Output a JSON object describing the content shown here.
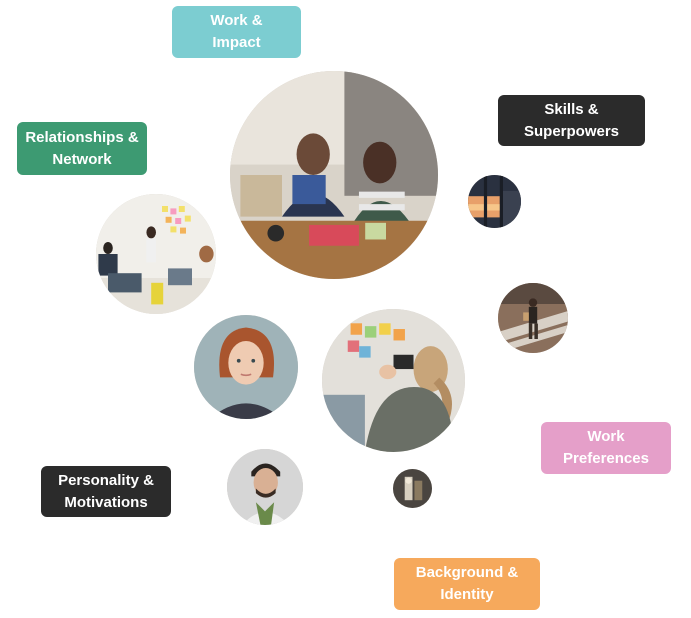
{
  "pills": {
    "work_impact": {
      "line1": "Work &",
      "line2": "Impact",
      "color": "#7ccdd1"
    },
    "relationships": {
      "line1": "Relationships &",
      "line2": "Network",
      "color": "#3d9a72"
    },
    "skills": {
      "line1": "Skills &",
      "line2": "Superpowers",
      "color": "#2b2b2b"
    },
    "personality": {
      "line1": "Personality &",
      "line2": "Motivations",
      "color": "#2b2b2b"
    },
    "work_preferences": {
      "line1": "Work",
      "line2": "Preferences",
      "color": "#e59fc9"
    },
    "background": {
      "line1": "Background &",
      "line2": "Identity",
      "color": "#f6a95c"
    }
  },
  "photos": [
    {
      "name": "coworkers-laughing-photo"
    },
    {
      "name": "office-sticky-notes-photo"
    },
    {
      "name": "sunset-window-photo"
    },
    {
      "name": "person-walking-street-photo"
    },
    {
      "name": "redhead-portrait-photo"
    },
    {
      "name": "woman-taking-photo-photo"
    },
    {
      "name": "man-with-scarf-photo"
    },
    {
      "name": "small-object-photo"
    }
  ]
}
